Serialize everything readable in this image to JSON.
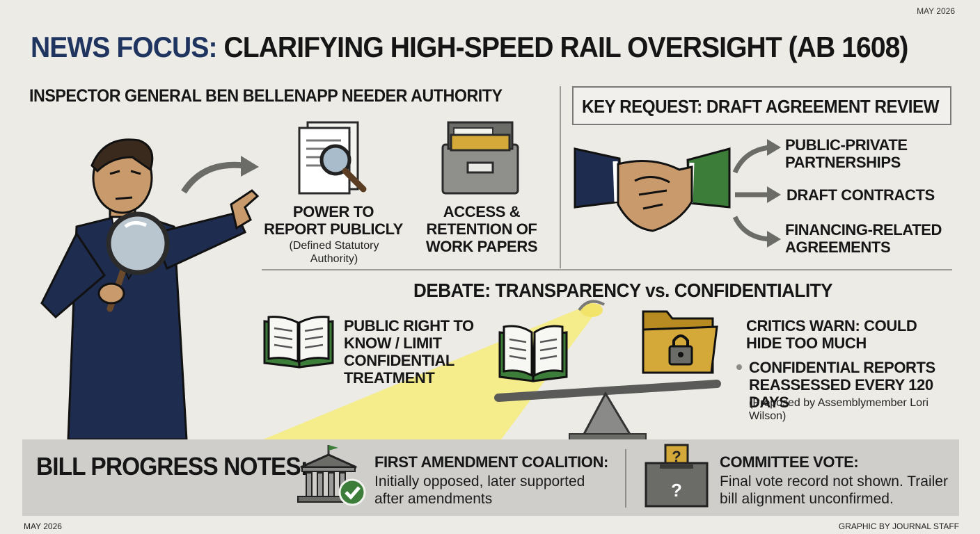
{
  "header": {
    "date_top": "MAY 2026",
    "title_accent": "NEWS FOCUS:",
    "title_rest": " CLARIFYING HIGH-SPEED RAIL OVERSIGHT (AB 1608)",
    "subhead": "INSPECTOR GENERAL BEN BELLENAPP NEEDER AUTHORITY"
  },
  "authority": {
    "report": {
      "label": "POWER TO REPORT PUBLICLY",
      "note": "(Defined Statutory Authority)"
    },
    "access": {
      "label": "ACCESS & RETENTION OF WORK PAPERS"
    }
  },
  "key_request": {
    "title": "KEY REQUEST: DRAFT AGREEMENT REVIEW",
    "items": [
      "PUBLIC-PRIVATE PARTNERSHIPS",
      "DRAFT CONTRACTS",
      "FINANCING-RELATED AGREEMENTS"
    ]
  },
  "debate": {
    "title": "DEBATE: TRANSPARENCY vs. CONFIDENTIALITY",
    "left": "PUBLIC RIGHT TO KNOW / LIMIT CONFIDENTIAL TREATMENT",
    "critics": "CRITICS WARN: COULD HIDE TOO MUCH",
    "bullet": "CONFIDENTIAL REPORTS REASSESSED EVERY 120 DAYS",
    "bullet_note": "(Proposed by Assemblymember Lori Wilson)"
  },
  "progress": {
    "title": "BILL PROGRESS NOTES:",
    "coalition_head": "FIRST AMENDMENT COALITION:",
    "coalition_text": "Initially opposed, later supported after amendments",
    "committee_head": "COMMITTEE VOTE:",
    "committee_text": "Final vote record not shown. Trailer bill alignment unconfirmed."
  },
  "footer": {
    "date": "MAY 2026",
    "credit": "GRAPHIC BY JOURNAL STAFF"
  },
  "colors": {
    "navy": "#1f3560",
    "green": "#3d7d3a",
    "folder": "#d4a93a",
    "spotlight": "#f7ec7a"
  }
}
